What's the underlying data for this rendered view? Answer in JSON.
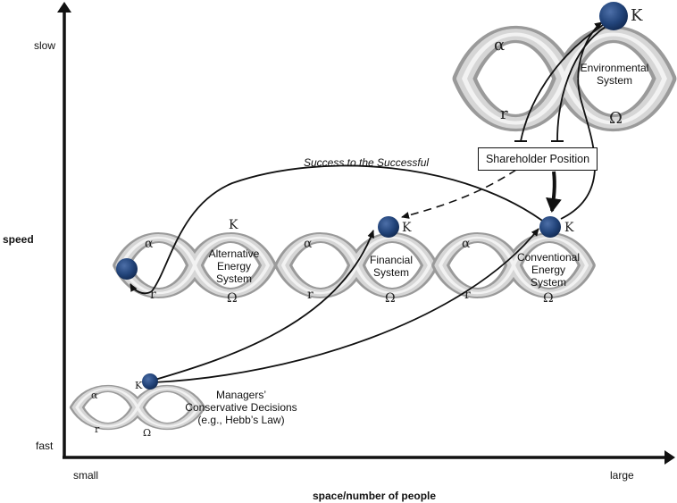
{
  "axes": {
    "y_title": "speed",
    "y_top": "slow",
    "y_bottom": "fast",
    "x_title": "space/number of people",
    "x_left": "small",
    "x_right": "large"
  },
  "systems": {
    "environmental": {
      "line1": "Environmental",
      "line2": "System"
    },
    "alternative": {
      "line1": "Alternative",
      "line2": "Energy",
      "line3": "System"
    },
    "financial": {
      "line1": "Financial",
      "line2": "System"
    },
    "conventional": {
      "line1": "Conventional",
      "line2": "Energy",
      "line3": "System"
    },
    "managers": {
      "line1": "Managers’",
      "line2": "Conservative Decisions",
      "line3": "(e.g., Hebb’s Law)"
    }
  },
  "phases": {
    "alpha": "α",
    "r": "r",
    "K": "K",
    "omega": "Ω"
  },
  "labels": {
    "success": "Success to the Successful",
    "shareholder": "Shareholder Position"
  },
  "colors": {
    "ribbon_light": "#d9d9d9",
    "ribbon_dark": "#8e8e8e",
    "node": "#22447a",
    "arrow": "#111111"
  }
}
